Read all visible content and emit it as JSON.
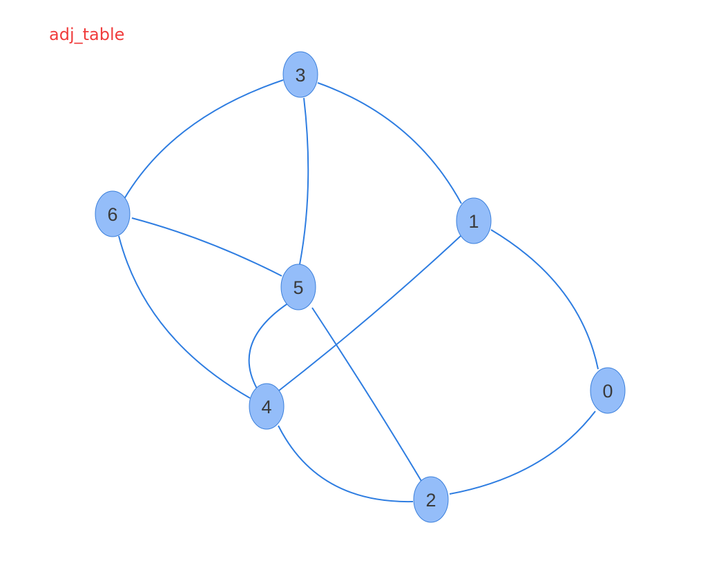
{
  "title": "adj_table",
  "colors": {
    "title": "#f03c3c",
    "edge": "#2e7de1",
    "node_fill": "#94bdf9",
    "node_stroke": "#3a7fdb",
    "node_text": "#3a3a3a"
  },
  "graph": {
    "nodes": [
      {
        "id": "0",
        "label": "0"
      },
      {
        "id": "1",
        "label": "1"
      },
      {
        "id": "2",
        "label": "2"
      },
      {
        "id": "3",
        "label": "3"
      },
      {
        "id": "4",
        "label": "4"
      },
      {
        "id": "5",
        "label": "5"
      },
      {
        "id": "6",
        "label": "6"
      }
    ],
    "edges": [
      {
        "source": "3",
        "target": "6"
      },
      {
        "source": "3",
        "target": "1"
      },
      {
        "source": "3",
        "target": "5"
      },
      {
        "source": "6",
        "target": "5"
      },
      {
        "source": "6",
        "target": "4"
      },
      {
        "source": "1",
        "target": "4"
      },
      {
        "source": "1",
        "target": "0"
      },
      {
        "source": "5",
        "target": "4"
      },
      {
        "source": "5",
        "target": "2"
      },
      {
        "source": "4",
        "target": "2"
      },
      {
        "source": "0",
        "target": "2"
      }
    ]
  }
}
